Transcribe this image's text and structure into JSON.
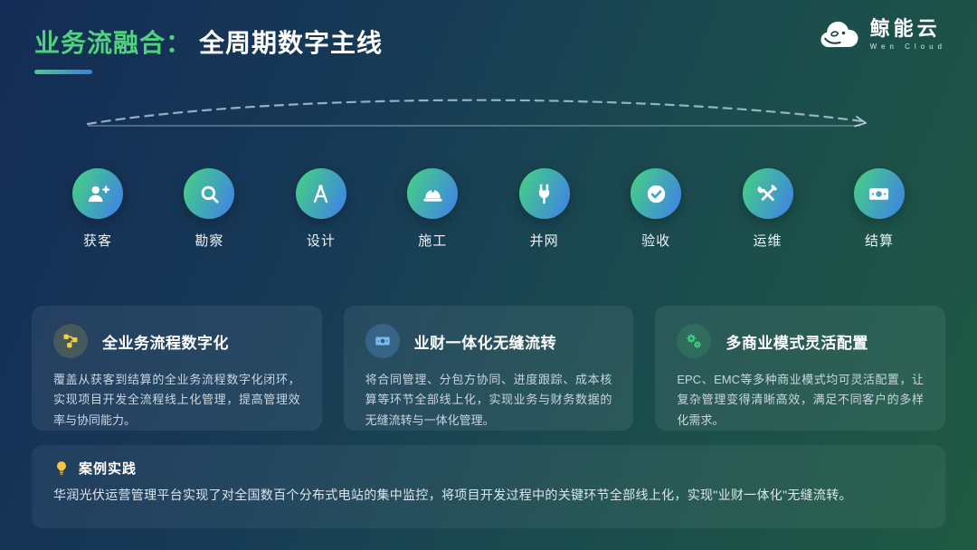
{
  "header": {
    "title_highlight": "业务流融合：",
    "title_rest": "全周期数字主线"
  },
  "logo": {
    "name": "鲸能云",
    "subtitle": "Wen Cloud"
  },
  "steps": [
    {
      "label": "获客",
      "icon": "user-add-icon"
    },
    {
      "label": "勘察",
      "icon": "search-icon"
    },
    {
      "label": "设计",
      "icon": "compass-icon"
    },
    {
      "label": "施工",
      "icon": "helmet-icon"
    },
    {
      "label": "并网",
      "icon": "plug-icon"
    },
    {
      "label": "验收",
      "icon": "check-circle-icon"
    },
    {
      "label": "运维",
      "icon": "tools-icon"
    },
    {
      "label": "结算",
      "icon": "banknote-icon"
    }
  ],
  "cards": [
    {
      "icon": "flow-nodes-icon",
      "title": "全业务流程数字化",
      "body": "覆盖从获客到结算的全业务流程数字化闭环，实现项目开发全流程线上化管理，提高管理效率与协同能力。"
    },
    {
      "icon": "banknote-icon",
      "title": "业财一体化无缝流转",
      "body": "将合同管理、分包方协同、进度跟踪、成本核算等环节全部线上化，实现业务与财务数据的无缝流转与一体化管理。"
    },
    {
      "icon": "gears-icon",
      "title": "多商业模式灵活配置",
      "body": "EPC、EMC等多种商业模式均可灵活配置，让复杂管理变得清晰高效，满足不同客户的多样化需求。"
    }
  ],
  "case": {
    "title": "案例实践",
    "body": "华润光伏运营管理平台实现了对全国数百个分布式电站的集中监控，将项目开发过程中的关键环节全部线上化，实现\"业财一体化\"无缝流转。"
  },
  "colors": {
    "accent_green": "#4fd37f",
    "accent_blue": "#3b7fe0",
    "circle_gradient_start": "#45cd87",
    "circle_gradient_end": "#3f82e6",
    "card1_icon": "#f2cf3d",
    "card2_icon": "#7db9ec",
    "card3_icon": "#3ed183",
    "bulb_yellow": "#f5c53a",
    "bg_start": "#132c55",
    "bg_end": "#1f5a42"
  }
}
